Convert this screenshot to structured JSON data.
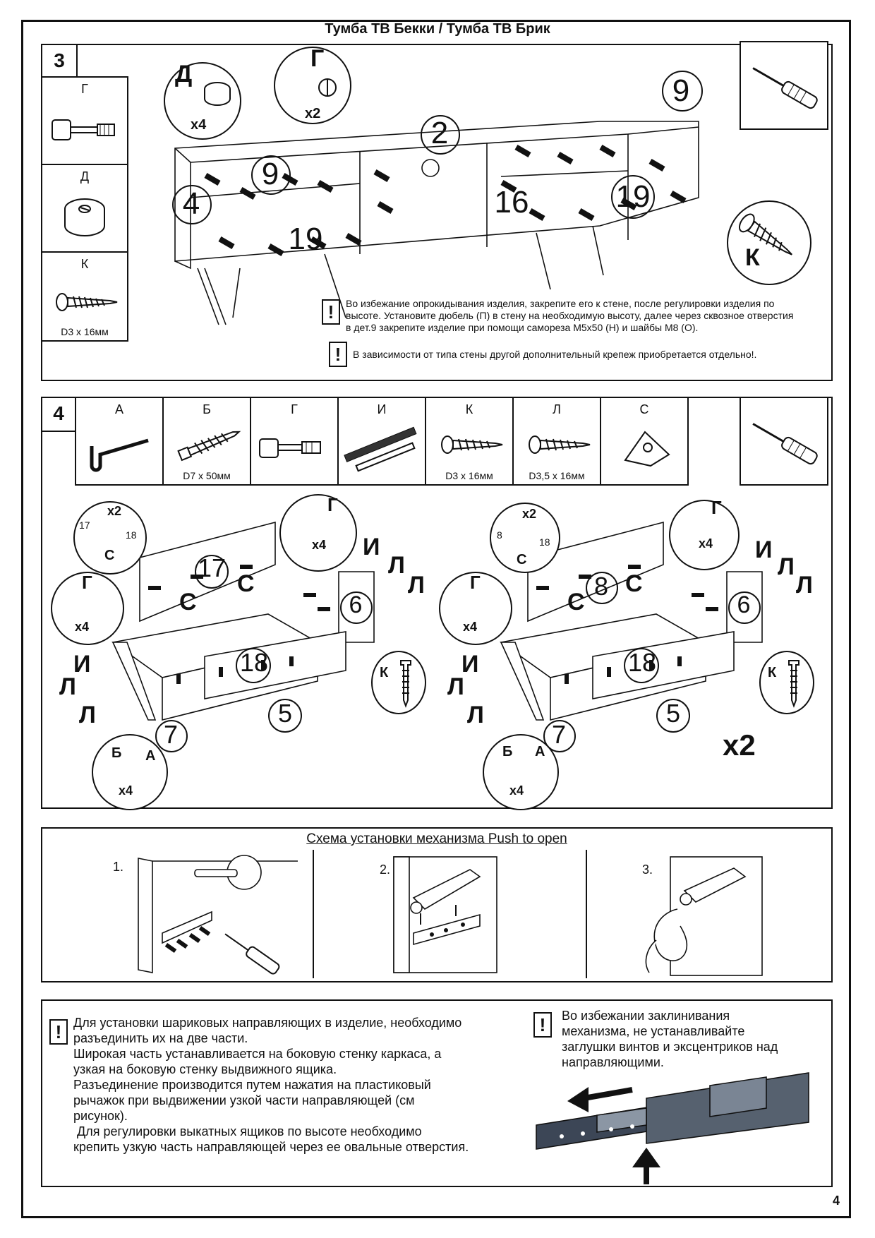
{
  "title": "Тумба ТВ Бекки  / Тумба ТВ Брик",
  "step3": {
    "number": "3",
    "parts": [
      {
        "letter": "Г",
        "caption": ""
      },
      {
        "letter": "Д",
        "caption": ""
      },
      {
        "letter": "К",
        "caption": "D3 x 16мм"
      }
    ],
    "callouts": [
      {
        "letter": "Д",
        "qty": "x4"
      },
      {
        "letter": "Г",
        "qty": "x2"
      },
      {
        "letter": "К",
        "qty": ""
      }
    ],
    "panel_numbers": [
      "2",
      "9",
      "9",
      "4",
      "19",
      "19",
      "16"
    ],
    "warning1": "Во избежание опрокидывания изделия, закрепите его к стене, после регулировки изделия по высоте. Установите дюбель (П) в стену на необходимую высоту, далее через сквозное отверстия в дет.9 закрепите изделие при помощи самореза М5х50 (Н) и шайбы М8 (О).",
    "warning2": "В зависимости от типа стены другой дополнительный крепеж приобретается отдельно!.",
    "warn_mark": "!"
  },
  "step4": {
    "number": "4",
    "parts": [
      {
        "letter": "А",
        "caption": ""
      },
      {
        "letter": "Б",
        "caption": "D7 x 50мм"
      },
      {
        "letter": "Г",
        "caption": ""
      },
      {
        "letter": "И",
        "caption": ""
      },
      {
        "letter": "К",
        "caption": "D3 x 16мм"
      },
      {
        "letter": "Л",
        "caption": "D3,5 x 16мм"
      },
      {
        "letter": "С",
        "caption": ""
      }
    ],
    "left": {
      "panels": [
        "17",
        "6",
        "18",
        "5",
        "7"
      ],
      "corner": {
        "qty": "x2",
        "a": "17",
        "b": "18",
        "letter": "С"
      },
      "cam_top": {
        "letter": "Г",
        "qty": "x4"
      },
      "cam_left": {
        "letter": "Г",
        "qty": "x4"
      },
      "screw": {
        "letter": "К"
      },
      "dowel": {
        "a": "Б",
        "b": "А",
        "qty": "x4"
      },
      "labels": [
        "И",
        "Л",
        "Л",
        "С",
        "С",
        "И",
        "Л",
        "Л"
      ]
    },
    "right": {
      "panels": [
        "8",
        "6",
        "18",
        "5",
        "7"
      ],
      "corner": {
        "qty": "x2",
        "a": "8",
        "b": "18",
        "letter": "С"
      },
      "cam_top": {
        "letter": "Г",
        "qty": "x4"
      },
      "cam_left": {
        "letter": "Г",
        "qty": "x4"
      },
      "screw": {
        "letter": "К"
      },
      "dowel": {
        "a": "Б",
        "b": "А",
        "qty": "x4"
      },
      "labels": [
        "И",
        "Л",
        "Л",
        "С",
        "С",
        "И",
        "Л",
        "Л"
      ],
      "multiplier": "x2"
    }
  },
  "push": {
    "title": "Схема установки механизма Push to open",
    "steps": [
      "1.",
      "2.",
      "3."
    ]
  },
  "info": {
    "left_lines": [
      "Для установки шариковых направляющих в изделие, необходимо",
      "разъединить их на две части.",
      "Широкая часть устанавливается на боковую стенку каркаса, а",
      "узкая на боковую стенку выдвижного ящика.",
      "Разъединение производится путем нажатия на пластиковый",
      "рычажок при выдвижении узкой части направляющей (см",
      "рисунок).",
      " Для регулировки выкатных ящиков по высоте необходимо",
      "крепить узкую часть направляющей через ее овальные отверстия."
    ],
    "right_lines": [
      "Во избежании заклинивания",
      "механизма, не устанавливайте",
      "заглушки винтов и эксцентриков над",
      "направляющими."
    ]
  },
  "page_number": "4"
}
